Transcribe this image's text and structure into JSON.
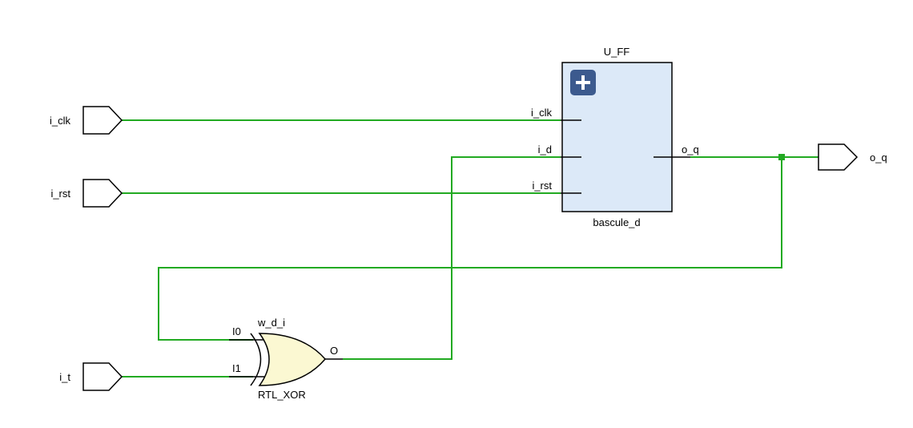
{
  "colors": {
    "wire": "#22aa22",
    "cell_fill": "#dce9f8",
    "xor_fill": "#fbf8d2",
    "expand_button": "#3c5a8e"
  },
  "ports": {
    "i_clk": "i_clk",
    "i_rst": "i_rst",
    "i_t": "i_t",
    "o_q": "o_q"
  },
  "flip_flop": {
    "instance_name": "U_FF",
    "cell_type": "bascule_d",
    "expand_icon": "plus-icon",
    "pins": {
      "i_clk": "i_clk",
      "i_d": "i_d",
      "i_rst": "i_rst",
      "o_q": "o_q"
    }
  },
  "xor_gate": {
    "instance_name": "w_d_i",
    "cell_type": "RTL_XOR",
    "pins": {
      "I0": "I0",
      "I1": "I1",
      "O": "O"
    }
  }
}
